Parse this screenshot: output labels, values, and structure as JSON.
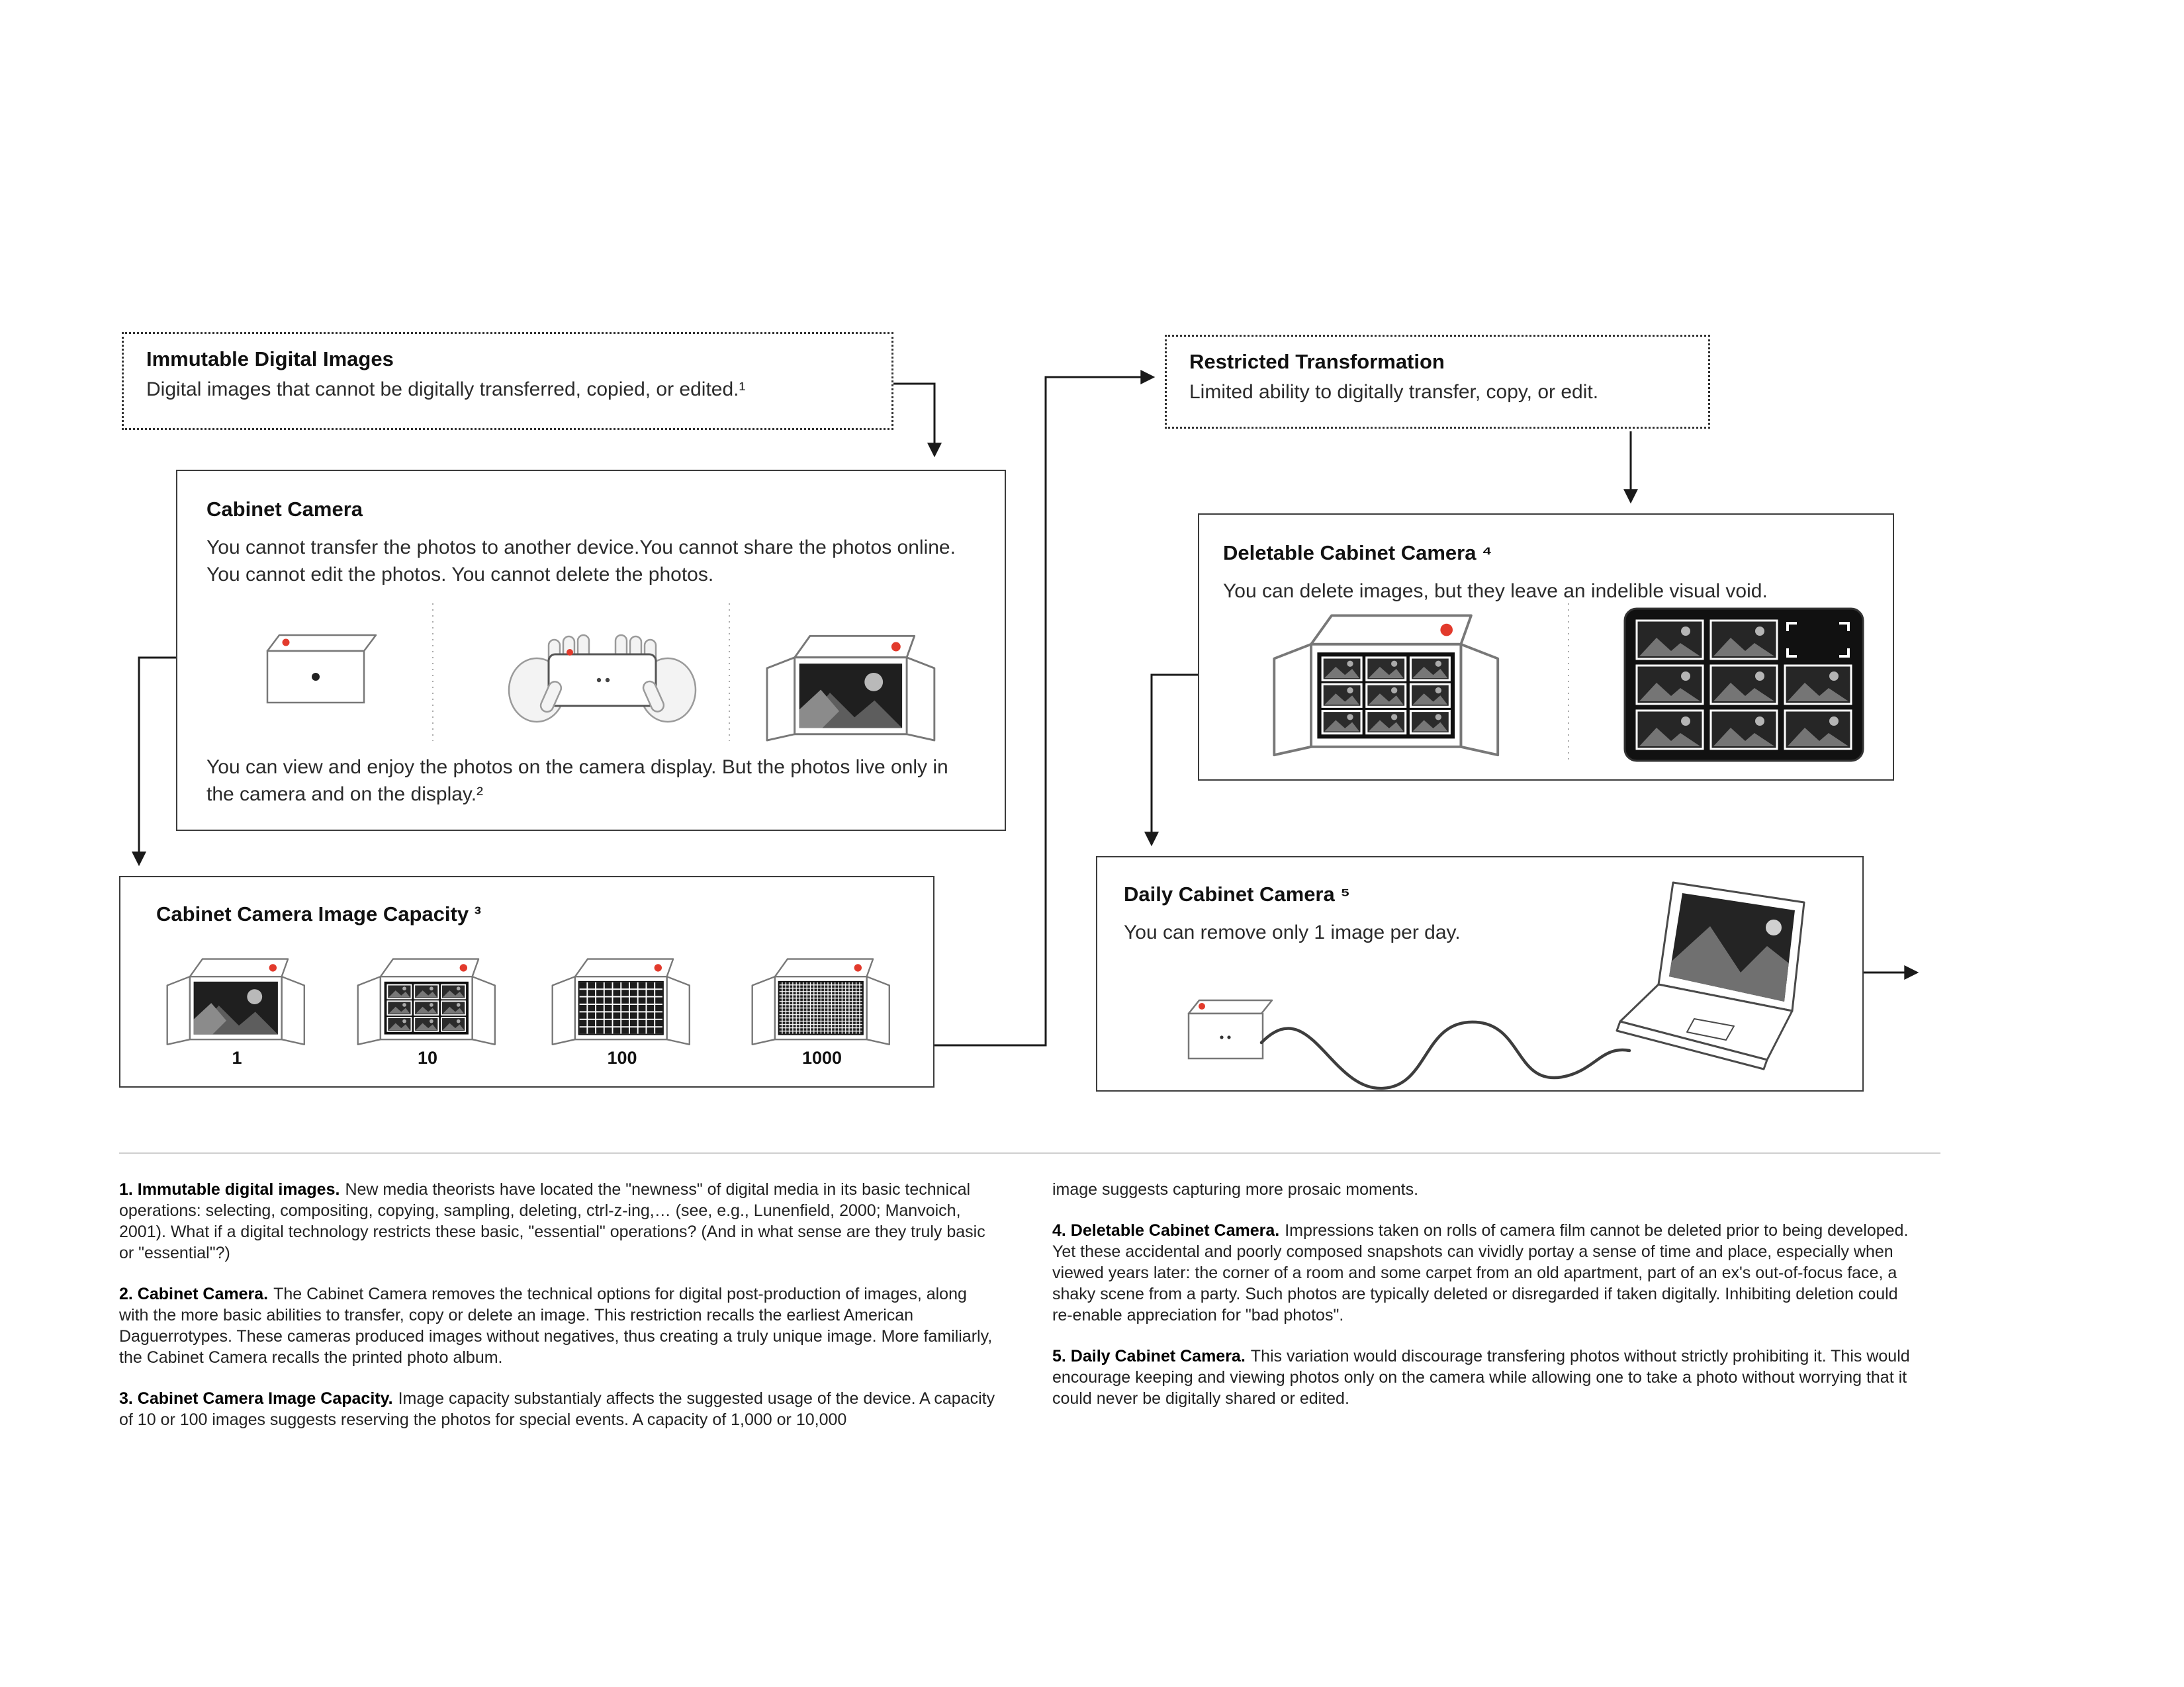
{
  "accent_red": "#e23a2c",
  "boxes": {
    "immutable": {
      "title": "Immutable Digital Images",
      "body": "Digital images that cannot be digitally transferred, copied, or edited.¹"
    },
    "restricted": {
      "title": "Restricted Transformation",
      "body": "Limited ability to digitally transfer, copy, or edit."
    },
    "cabinet": {
      "title": "Cabinet Camera",
      "body_top": "You cannot transfer the photos to another device.You cannot share the photos online. You cannot edit the photos. You cannot delete the photos.",
      "body_bottom": "You can view and enjoy the photos on the camera display. But the photos live only in the camera and on the display.²"
    },
    "capacity": {
      "title": "Cabinet Camera Image Capacity ³",
      "labels": [
        "1",
        "10",
        "100",
        "1000"
      ]
    },
    "deletable": {
      "title": "Deletable Cabinet Camera ⁴",
      "body": "You can delete images, but they leave an indelible visual void."
    },
    "daily": {
      "title": "Daily Cabinet Camera ⁵",
      "body": "You can remove only 1 image per day."
    }
  },
  "footnotes": {
    "left": [
      {
        "lead": "1. Immutable digital images.",
        "text": "New media theorists have located the \"newness\" of digital media in its basic technical operations: selecting, compositing, copying, sampling, deleting, ctrl-z-ing,… (see, e.g., Lunenfield, 2000; Manvoich, 2001). What if a digital technology restricts these basic, \"essential\" operations? (And in what sense are they truly basic or \"essential\"?)"
      },
      {
        "lead": "2. Cabinet Camera.",
        "text": "The Cabinet Camera removes the technical options for digital post-production of images, along with the more basic abilities to transfer, copy or delete an image. This restriction recalls the earliest American Daguerrotypes. These cameras produced images without negatives, thus creating a truly unique image. More familiarly, the Cabinet Camera recalls the printed photo album."
      },
      {
        "lead": "3. Cabinet Camera Image Capacity.",
        "text": "Image capacity substantialy affects the suggested usage of the device. A capacity of 10 or 100 images suggests reserving the photos for special events. A capacity of 1,000 or 10,000"
      }
    ],
    "right": [
      {
        "lead": "",
        "text": "image suggests capturing more prosaic moments."
      },
      {
        "lead": "4. Deletable Cabinet Camera.",
        "text": "Impressions taken on rolls of camera film cannot be deleted prior to being developed. Yet these accidental and poorly composed snapshots can vividly portay a sense of time and place, especially when viewed years later: the corner of a room and some carpet from an old apartment, part of an ex's out-of-focus face, a shaky scene from a party. Such photos are typically deleted or disregarded if taken digitally. Inhibiting deletion could re-enable appreciation for \"bad photos\"."
      },
      {
        "lead": "5. Daily Cabinet Camera.",
        "text": "This variation would discourage transfering photos without strictly prohibiting it. This would encourage keeping and viewing photos only on the camera while allowing one to take a photo without worrying that it could never be digitally shared or edited."
      }
    ]
  }
}
